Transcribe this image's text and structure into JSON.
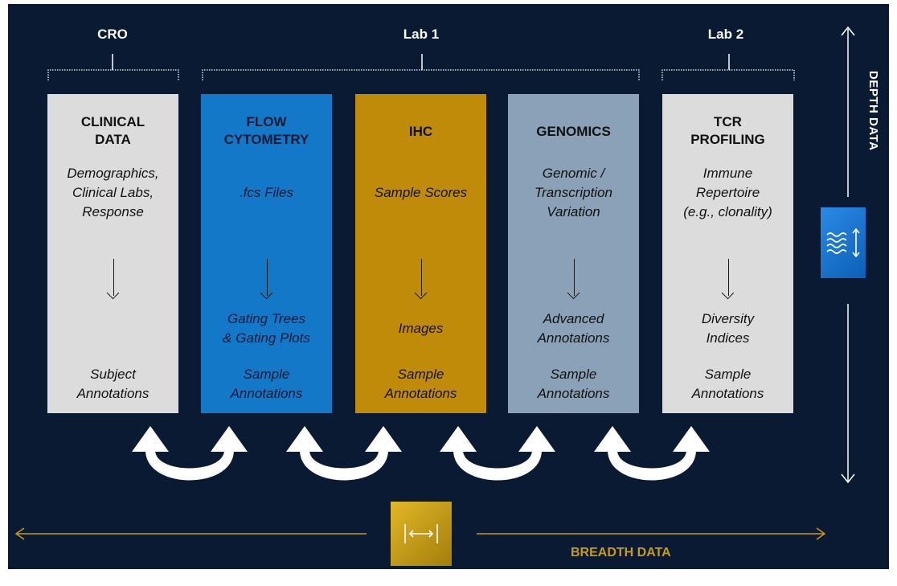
{
  "groups": {
    "cro": "CRO",
    "lab1": "Lab 1",
    "lab2": "Lab 2"
  },
  "columns": [
    {
      "title": "CLINICAL\nDATA",
      "top_text": "Demographics,\nClinical Labs,\nResponse",
      "mid_text": "",
      "bottom_text": "Subject\nAnnotations",
      "color": "#dcdcdc"
    },
    {
      "title": "FLOW\nCYTOMETRY",
      "top_text": ".fcs Files",
      "mid_text": "Gating Trees\n& Gating Plots",
      "bottom_text": "Sample\nAnnotations",
      "color": "#1478c8"
    },
    {
      "title": "IHC",
      "top_text": "Sample Scores",
      "mid_text": "Images",
      "bottom_text": "Sample\nAnnotations",
      "color": "#c08b09"
    },
    {
      "title": "GENOMICS",
      "top_text": "Genomic /\nTranscription\nVariation",
      "mid_text": "Advanced\nAnnotations",
      "bottom_text": "Sample\nAnnotations",
      "color": "#8aa1b8"
    },
    {
      "title": "TCR\nPROFILING",
      "top_text": "Immune\nRepertoire\n(e.g., clonality)",
      "mid_text": "Diversity\nIndices",
      "bottom_text": "Sample\nAnnotations",
      "color": "#dcdcdc"
    }
  ],
  "depth_label": "DEPTH DATA",
  "breadth_label": "BREADTH DATA",
  "icons": {
    "depth": "wave-depth-icon",
    "breadth": "horizontal-range-icon"
  },
  "colors": {
    "background": "#0b1a33",
    "flow": "#1478c8",
    "ihc": "#c08b09",
    "genomics": "#8aa1b8",
    "light": "#dcdcdc",
    "breadth_accent": "#c79a1b"
  }
}
